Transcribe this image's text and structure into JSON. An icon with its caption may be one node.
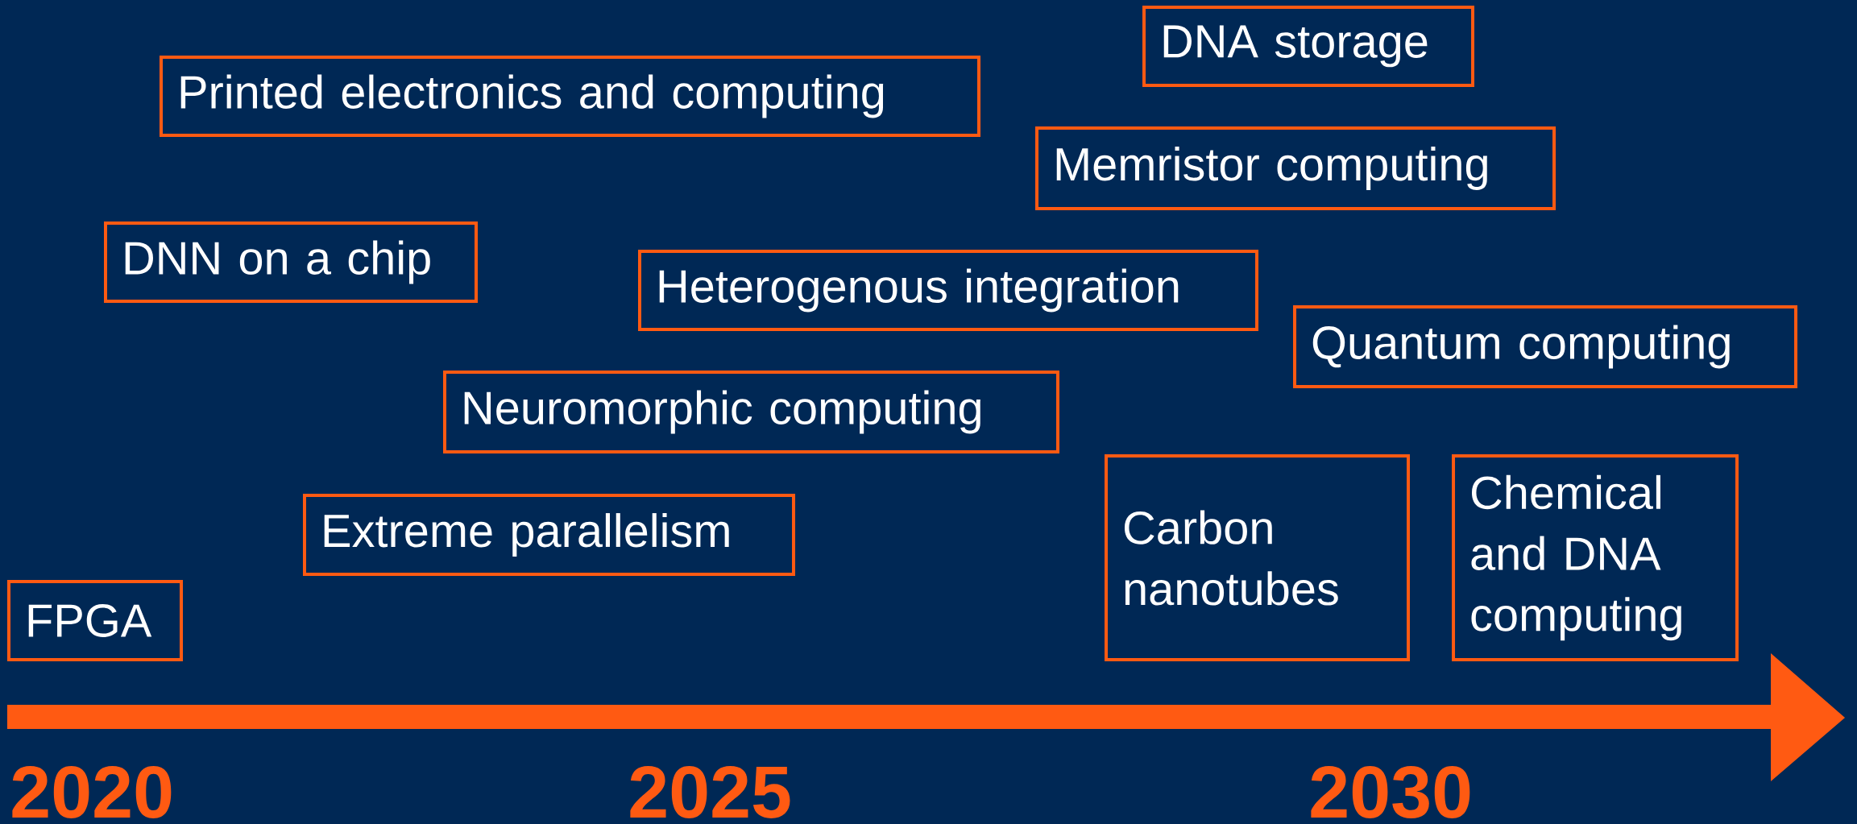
{
  "diagram": {
    "nodes": [
      {
        "text": [
          "DNA storage"
        ]
      },
      {
        "text": [
          "Printed electronics and computing"
        ]
      },
      {
        "text": [
          "Memristor computing"
        ]
      },
      {
        "text": [
          "DNN on a chip"
        ]
      },
      {
        "text": [
          "Heterogenous integration"
        ]
      },
      {
        "text": [
          "Quantum computing"
        ]
      },
      {
        "text": [
          "Neuromorphic computing"
        ]
      },
      {
        "text": [
          "Carbon nanotubes"
        ]
      },
      {
        "text": [
          "Chemical and DNA computing"
        ]
      },
      {
        "text": [
          "Extreme parallelism"
        ]
      },
      {
        "text": [
          "FPGA"
        ]
      }
    ],
    "labels": [
      "2020",
      "2025",
      "2030"
    ]
  }
}
